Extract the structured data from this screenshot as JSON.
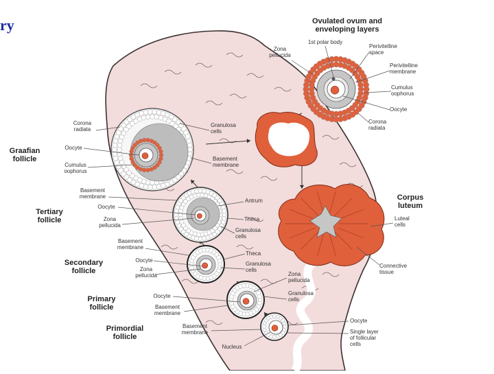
{
  "page": {
    "heading": "ry"
  },
  "colors": {
    "stroma": "#f3dcdc",
    "stroma_outline": "#3a3030",
    "follicle_red": "#e0603c",
    "zona": "#c6c6c6",
    "granulosa": "#f2f2f2",
    "antrum": "#bdbdbd",
    "heading": "#1f2fa0"
  },
  "titles": {
    "ovulated": [
      "Ovulated ovum and",
      "enveloping layers"
    ],
    "graafian": [
      "Graafian",
      "follicle"
    ],
    "tertiary": [
      "Tertiary",
      "follicle"
    ],
    "secondary": [
      "Secondary",
      "follicle"
    ],
    "primary": [
      "Primary",
      "follicle"
    ],
    "primordial": [
      "Primordial",
      "follicle"
    ],
    "corpus": [
      "Corpus",
      "luteum"
    ]
  },
  "labels": {
    "polar_body": [
      "1st polar body"
    ],
    "ov_zona": [
      "Zona",
      "pellucida"
    ],
    "ov_perivitelline_space": [
      "Perivitelline",
      "space"
    ],
    "ov_perivitelline_membrane": [
      "Perivitelline",
      "membrane"
    ],
    "ov_cumulus": [
      "Cumulus",
      "oophorus"
    ],
    "ov_oocyte": [
      "Oocyte"
    ],
    "ov_corona": [
      "Corona",
      "radiata"
    ],
    "gr_corona": [
      "Corona",
      "radiata"
    ],
    "gr_oocyte": [
      "Oocyte"
    ],
    "gr_cumulus": [
      "Cumulus",
      "oophorus"
    ],
    "gr_granulosa": [
      "Granulosa",
      "cells"
    ],
    "gr_basement": [
      "Basement",
      "membrane"
    ],
    "te_basement": [
      "Basement",
      "membrane"
    ],
    "te_oocyte": [
      "Oocyte"
    ],
    "te_zona": [
      "Zona",
      "pellucida"
    ],
    "te_antrum": [
      "Antrum"
    ],
    "te_theca": [
      "Theca"
    ],
    "te_granulosa": [
      "Granulosa",
      "cells"
    ],
    "se_basement": [
      "Basement",
      "membrane"
    ],
    "se_oocyte": [
      "Oocyte"
    ],
    "se_zona": [
      "Zona",
      "pellucida"
    ],
    "se_theca": [
      "Theca"
    ],
    "se_granulosa": [
      "Granulosa",
      "cells"
    ],
    "pr_oocyte": [
      "Oocyte"
    ],
    "pr_basement": [
      "Basement",
      "membrane"
    ],
    "pr_zona": [
      "Zona",
      "pellucida"
    ],
    "pr_granulosa": [
      "Granulosa",
      "cells"
    ],
    "pm_basement": [
      "Basement",
      "membrane"
    ],
    "pm_nucleus": [
      "Nucleus"
    ],
    "pm_oocyte": [
      "Oocyte"
    ],
    "pm_single_layer": [
      "Single layer",
      "of follicular",
      "cells"
    ],
    "cl_luteal": [
      "Luteal",
      "cells"
    ],
    "cl_connective": [
      "Connective",
      "tissue"
    ]
  }
}
